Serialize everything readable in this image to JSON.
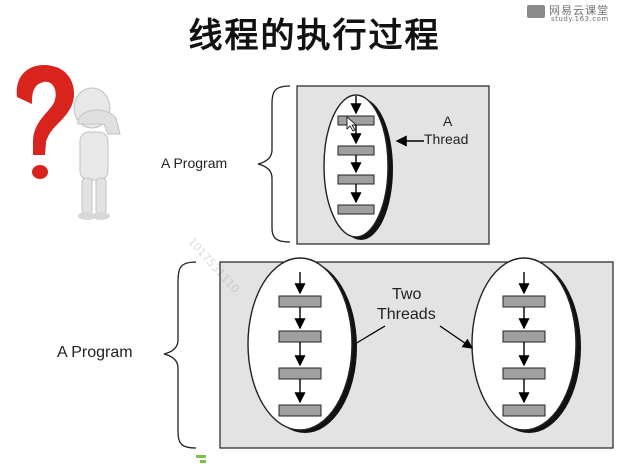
{
  "title": "线程的执行过程",
  "brand": {
    "name": "网易云课堂",
    "url": "study.163.com",
    "logo_icon": "chat-bubble-icon"
  },
  "watermark": "1017531110",
  "figure_icon": "question-mark-thinking-person-icon",
  "top_diagram": {
    "program_label": "A Program",
    "thread_label_line1": "A",
    "thread_label_line2": "Thread"
  },
  "bottom_diagram": {
    "program_label": "A Program",
    "threads_label_line1": "Two",
    "threads_label_line2": "Threads"
  },
  "colors": {
    "panel_bg": "#e3e3e3",
    "block_fill": "#a0a0a0",
    "question_red": "#d9231d"
  }
}
